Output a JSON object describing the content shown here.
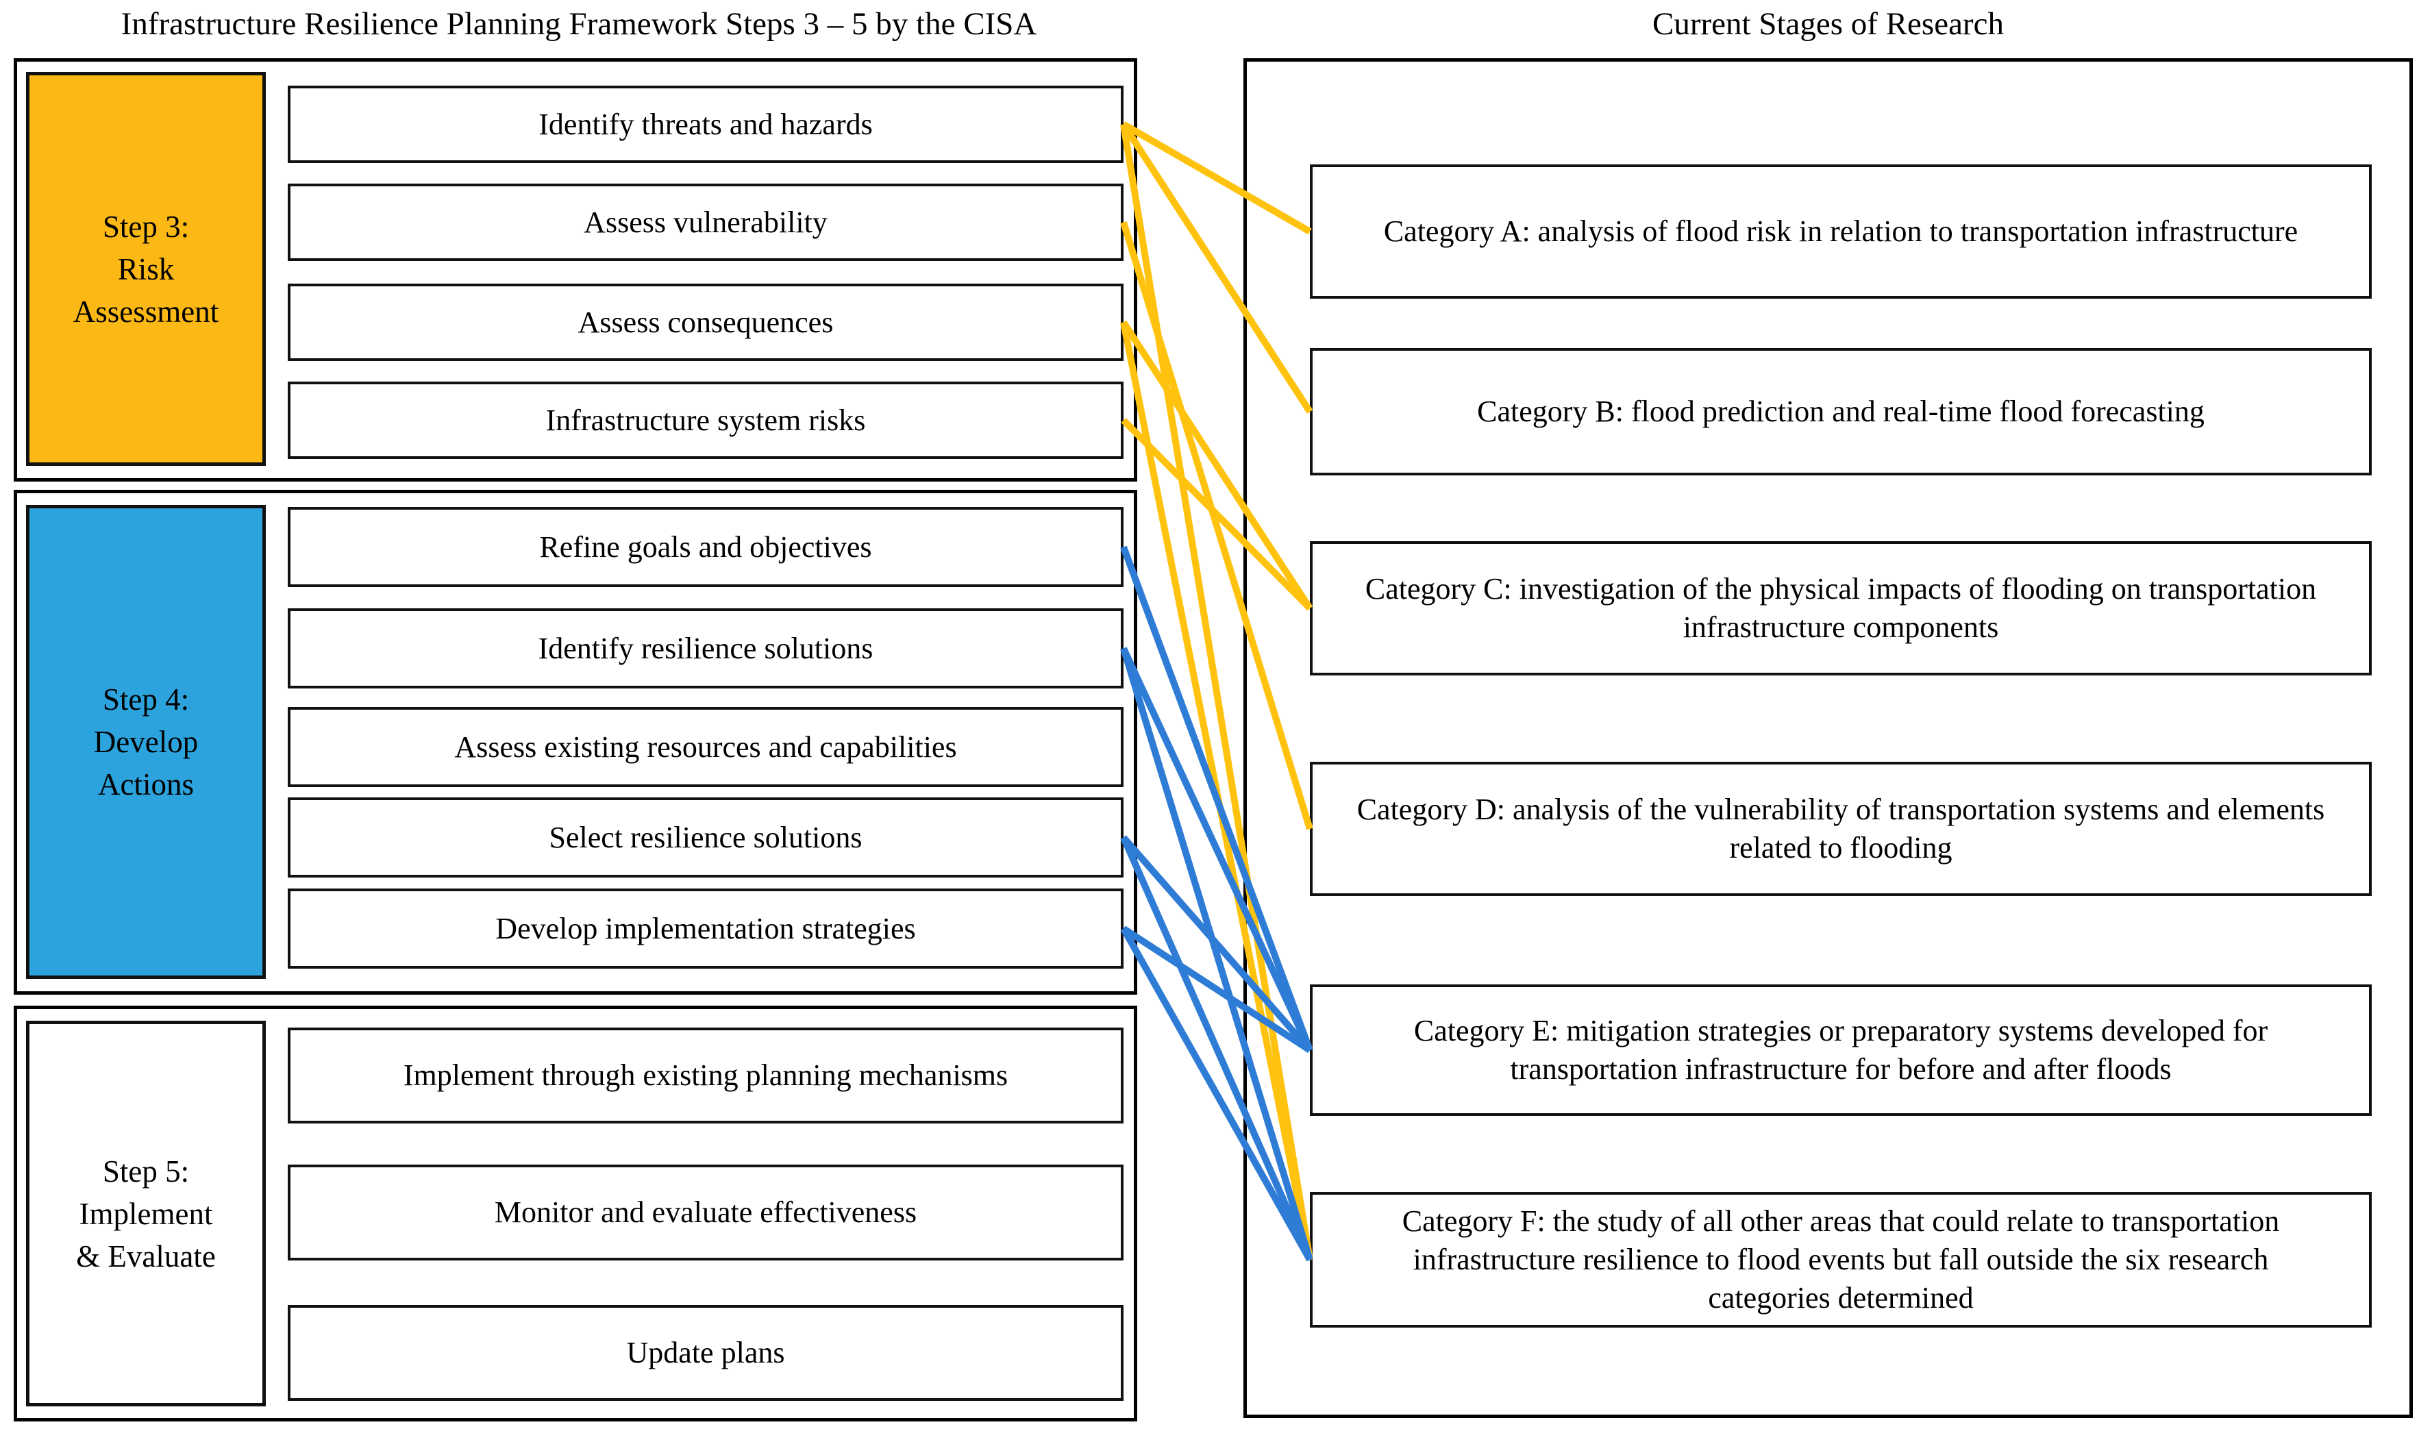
{
  "left_panel": {
    "title": "Infrastructure Resilience Planning Framework Steps 3 – 5 by the CISA",
    "steps": [
      {
        "key": "step3",
        "label": "Step 3:\nRisk\nAssessment",
        "color": "#FCB814",
        "tasks": [
          {
            "key": "s3t1",
            "label": "Identify threats and hazards"
          },
          {
            "key": "s3t2",
            "label": "Assess vulnerability"
          },
          {
            "key": "s3t3",
            "label": "Assess consequences"
          },
          {
            "key": "s3t4",
            "label": "Infrastructure system risks"
          }
        ]
      },
      {
        "key": "step4",
        "label": "Step 4:\nDevelop\nActions",
        "color": "#2CA3DC",
        "tasks": [
          {
            "key": "s4t1",
            "label": "Refine goals and objectives"
          },
          {
            "key": "s4t2",
            "label": "Identify resilience solutions"
          },
          {
            "key": "s4t3",
            "label": "Assess existing resources and capabilities"
          },
          {
            "key": "s4t4",
            "label": "Select resilience solutions"
          },
          {
            "key": "s4t5",
            "label": "Develop implementation strategies"
          }
        ]
      },
      {
        "key": "step5",
        "label": "Step 5:\nImplement\n& Evaluate",
        "color": "#FFFFFF",
        "tasks": [
          {
            "key": "s5t1",
            "label": "Implement through existing planning mechanisms"
          },
          {
            "key": "s5t2",
            "label": "Monitor and evaluate effectiveness"
          },
          {
            "key": "s5t3",
            "label": "Update plans"
          }
        ]
      }
    ]
  },
  "right_panel": {
    "title": "Current Stages of Research",
    "categories": [
      {
        "key": "catA",
        "label": "Category A: analysis of flood risk in relation to transportation infrastructure"
      },
      {
        "key": "catB",
        "label": "Category B: flood prediction and real-time flood forecasting"
      },
      {
        "key": "catC",
        "label": "Category C: investigation of the physical impacts of flooding on transportation infrastructure components"
      },
      {
        "key": "catD",
        "label": "Category D: analysis of the vulnerability of transportation systems and elements related to flooding"
      },
      {
        "key": "catE",
        "label": "Category E: mitigation strategies or preparatory systems developed for transportation infrastructure for before and after floods"
      },
      {
        "key": "catF",
        "label": "Category F: the study of all other areas that could relate to transportation infrastructure resilience to flood events but fall outside the six research categories determined"
      }
    ]
  },
  "colors": {
    "step3_fill": "#FCB814",
    "step4_fill": "#2CA3DC",
    "yellow_line": "#FFC20E",
    "blue_line": "#2E7CD5",
    "border": "#000000"
  },
  "connections": [
    {
      "from": "s3t1",
      "to": "catA",
      "color": "#FFC20E"
    },
    {
      "from": "s3t1",
      "to": "catB",
      "color": "#FFC20E"
    },
    {
      "from": "s3t1",
      "to": "catF",
      "color": "#FFC20E"
    },
    {
      "from": "s3t2",
      "to": "catD",
      "color": "#FFC20E"
    },
    {
      "from": "s3t3",
      "to": "catC",
      "color": "#FFC20E"
    },
    {
      "from": "s3t3",
      "to": "catF",
      "color": "#FFC20E"
    },
    {
      "from": "s3t4",
      "to": "catC",
      "color": "#FFC20E"
    },
    {
      "from": "s4t1",
      "to": "catE",
      "color": "#2E7CD5"
    },
    {
      "from": "s4t2",
      "to": "catE",
      "color": "#2E7CD5"
    },
    {
      "from": "s4t2",
      "to": "catF",
      "color": "#2E7CD5"
    },
    {
      "from": "s4t4",
      "to": "catE",
      "color": "#2E7CD5"
    },
    {
      "from": "s4t4",
      "to": "catF",
      "color": "#2E7CD5"
    },
    {
      "from": "s4t5",
      "to": "catE",
      "color": "#2E7CD5"
    },
    {
      "from": "s4t5",
      "to": "catF",
      "color": "#2E7CD5"
    }
  ]
}
